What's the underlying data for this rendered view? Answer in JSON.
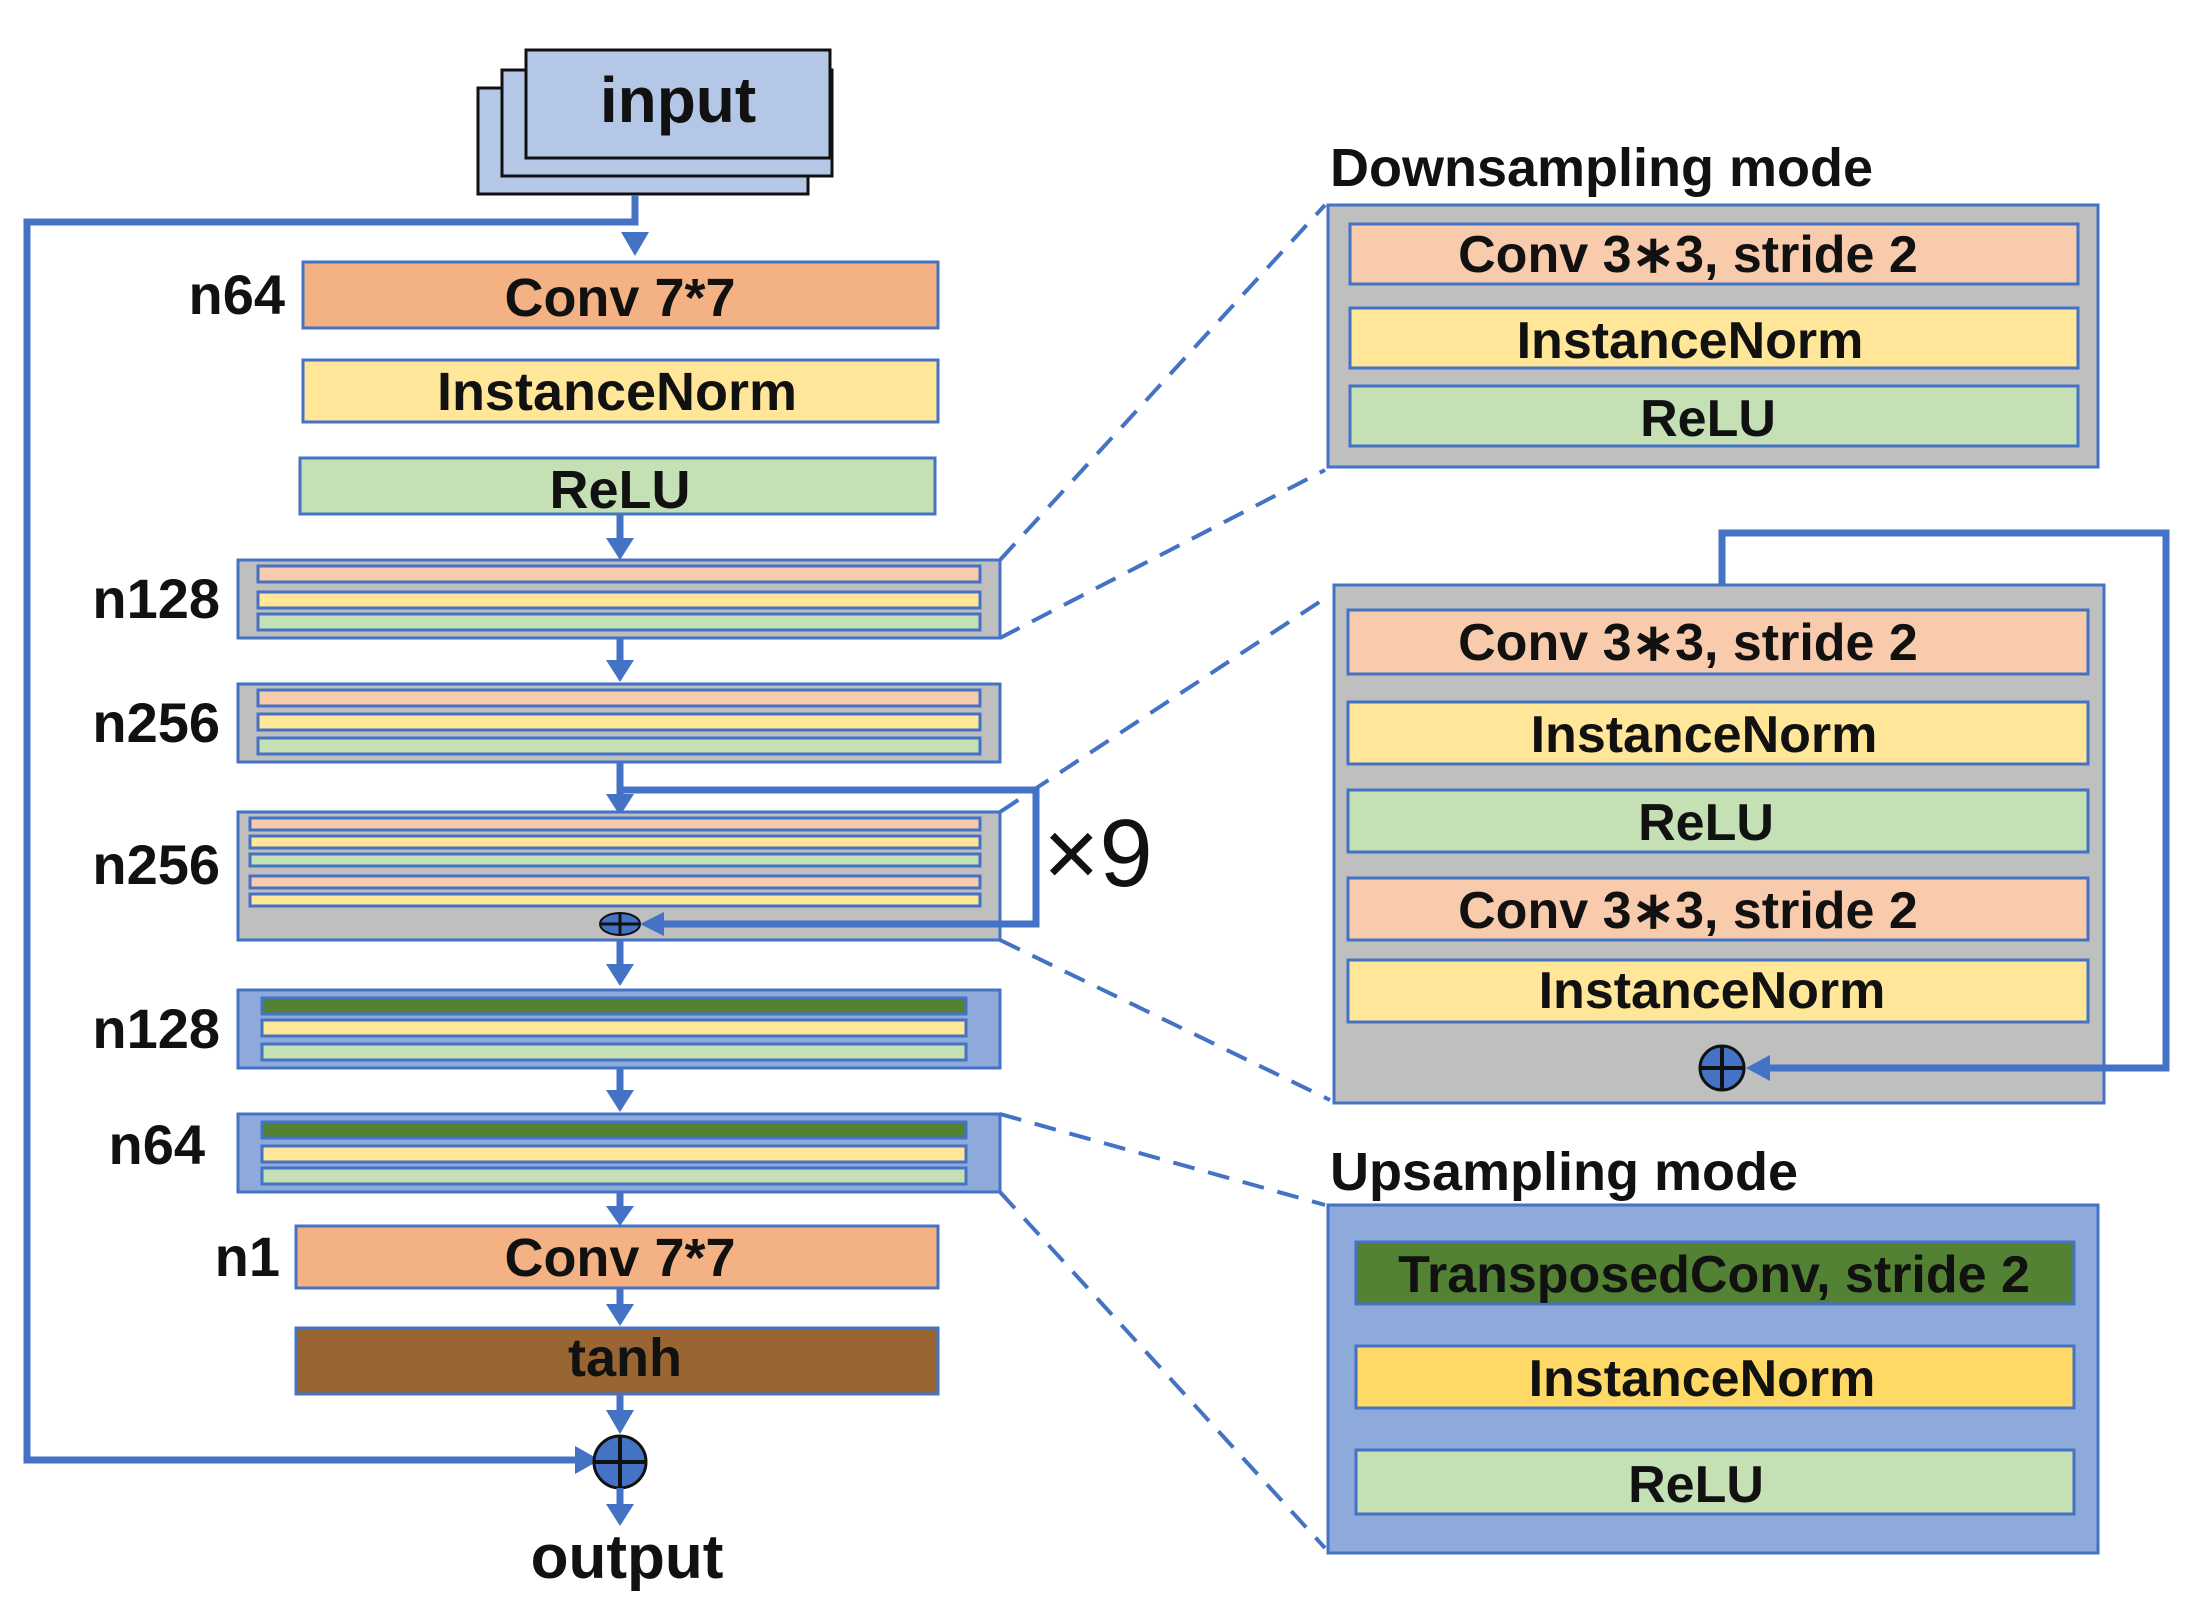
{
  "input_label": "input",
  "output_label": "output",
  "main": {
    "conv1": {
      "channel": "n64",
      "conv": "Conv 7*7",
      "norm": "InstanceNorm",
      "relu": "ReLU"
    },
    "down1": {
      "channel": "n128"
    },
    "down2": {
      "channel": "n256"
    },
    "res": {
      "channel": "n256",
      "repeat": "×9"
    },
    "up1": {
      "channel": "n128"
    },
    "up2": {
      "channel": "n64"
    },
    "final": {
      "channel": "n1",
      "conv": "Conv 7*7",
      "activation": "tanh"
    }
  },
  "downsampling": {
    "title": "Downsampling mode",
    "layers": [
      "Conv 3∗3, stride 2",
      "InstanceNorm",
      "ReLU"
    ]
  },
  "residual": {
    "layers": [
      "Conv 3∗3, stride 2",
      "InstanceNorm",
      "ReLU",
      "Conv 3∗3, stride 2",
      "InstanceNorm"
    ]
  },
  "upsampling": {
    "title": "Upsampling mode",
    "layers": [
      "TransposedConv, stride 2",
      "InstanceNorm",
      "ReLU"
    ]
  },
  "colors": {
    "line": "#4472c4",
    "conv": "#f4b183",
    "conv_light": "#f8cbad",
    "instance_norm": "#ffe699",
    "relu": "#c5e0b4",
    "transposed_conv": "#548235",
    "tanh": "#996633",
    "group_gray": "#bfbfbf",
    "group_blue": "#8eaadb"
  }
}
